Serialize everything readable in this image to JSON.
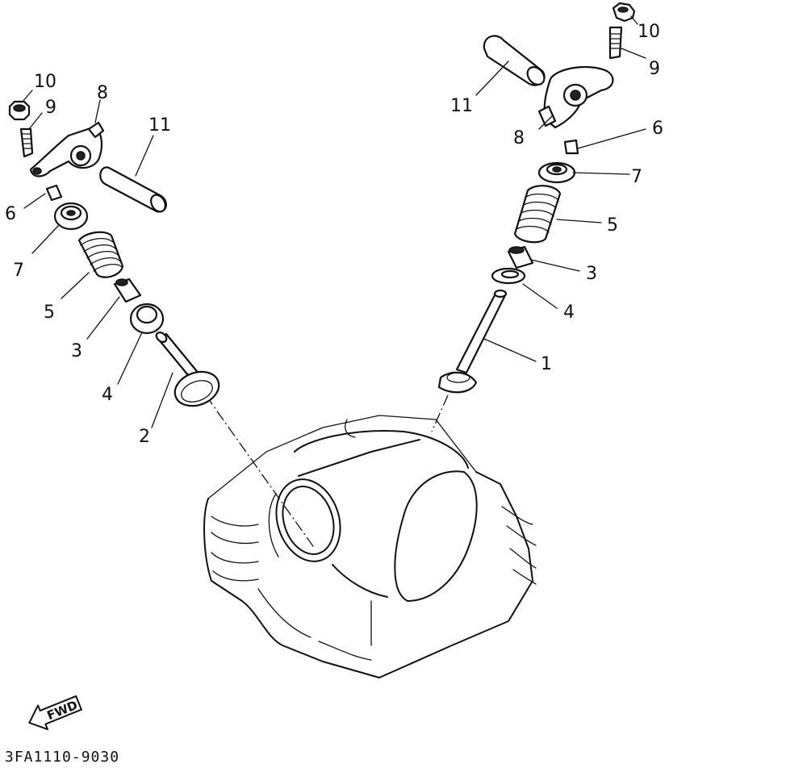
{
  "labels": {
    "l1": "1",
    "l2": "2",
    "l3a": "3",
    "l3b": "3",
    "l4a": "4",
    "l4b": "4",
    "l5a": "5",
    "l5b": "5",
    "l6a": "6",
    "l6b": "6",
    "l7a": "7",
    "l7b": "7",
    "l8a": "8",
    "l8b": "8",
    "l9a": "9",
    "l9b": "9",
    "l10a": "10",
    "l10b": "10",
    "l11a": "11",
    "l11b": "11"
  },
  "fwd_label": "FWD",
  "diagram_code": "3FA1110-9030"
}
